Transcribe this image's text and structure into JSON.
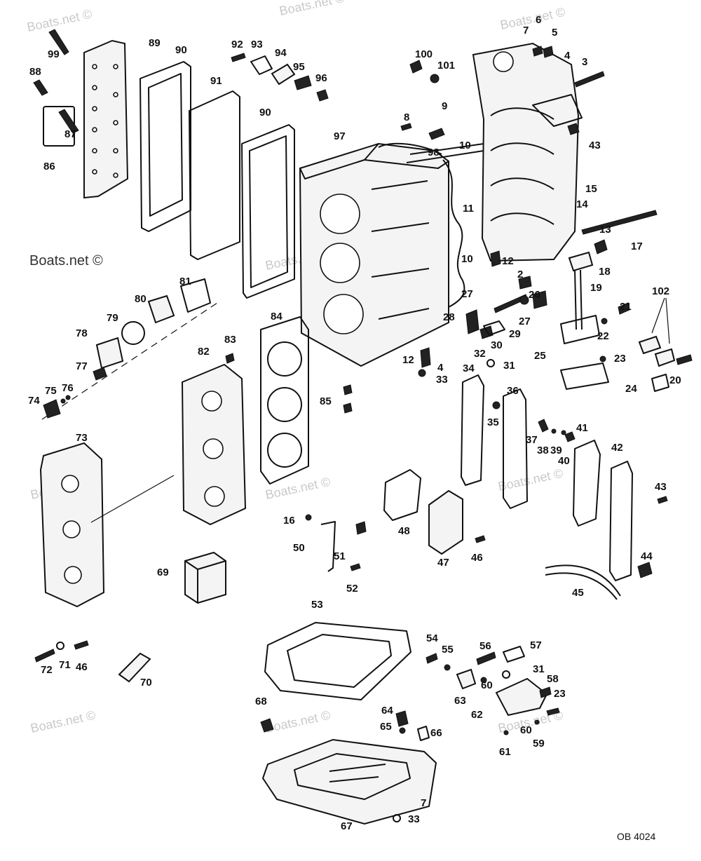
{
  "watermark": {
    "text": "Boats.net ©",
    "main_text": "Boats.net ©"
  },
  "drawing_code": "OB 4024",
  "callouts": {
    "c99": "99",
    "c88": "88",
    "c87": "87",
    "c86": "86",
    "c89": "89",
    "c90a": "90",
    "c90b": "90",
    "c91": "91",
    "c92": "92",
    "c93": "93",
    "c94": "94",
    "c95": "95",
    "c96": "96",
    "c97": "97",
    "c98": "98",
    "c100": "100",
    "c101": "101",
    "c7a": "7",
    "c6": "6",
    "c5": "5",
    "c4a": "4",
    "c3": "3",
    "c8": "8",
    "c9": "9",
    "c10a": "10",
    "c10b": "10",
    "c11": "11",
    "c43a": "43",
    "c15": "15",
    "c14": "14",
    "c13": "13",
    "c17": "17",
    "c12a": "12",
    "c18": "18",
    "c2": "2",
    "c19": "19",
    "c102": "102",
    "c26": "26",
    "c27a": "27",
    "c27b": "27",
    "c28": "28",
    "c29": "29",
    "c30": "30",
    "c21": "21",
    "c22": "22",
    "c25": "25",
    "c32": "32",
    "c31a": "31",
    "c12b": "12",
    "c4b": "4",
    "c34": "34",
    "c33a": "33",
    "c23a": "23",
    "c24": "24",
    "c20": "20",
    "c81": "81",
    "c80": "80",
    "c79": "79",
    "c78": "78",
    "c77": "77",
    "c76": "76",
    "c75": "75",
    "c74": "74",
    "c82": "82",
    "c83": "83",
    "c84": "84",
    "c85": "85",
    "c36": "36",
    "c35": "35",
    "c37": "37",
    "c38": "38",
    "c39": "39",
    "c40": "40",
    "c41": "41",
    "c42": "42",
    "c43b": "43",
    "c73": "73",
    "c16": "16",
    "c50": "50",
    "c51": "51",
    "c52": "52",
    "c48": "48",
    "c47": "47",
    "c46a": "46",
    "c44": "44",
    "c45": "45",
    "c69": "69",
    "c53": "53",
    "c72": "72",
    "c71": "71",
    "c46b": "46",
    "c70": "70",
    "c54": "54",
    "c55": "55",
    "c56": "56",
    "c57": "57",
    "c31b": "31",
    "c58": "58",
    "c23b": "23",
    "c60a": "60",
    "c63": "63",
    "c62": "62",
    "c60b": "60",
    "c59": "59",
    "c61": "61",
    "c68": "68",
    "c64": "64",
    "c65": "65",
    "c66": "66",
    "c67": "67",
    "c7b": "7",
    "c33b": "33"
  }
}
